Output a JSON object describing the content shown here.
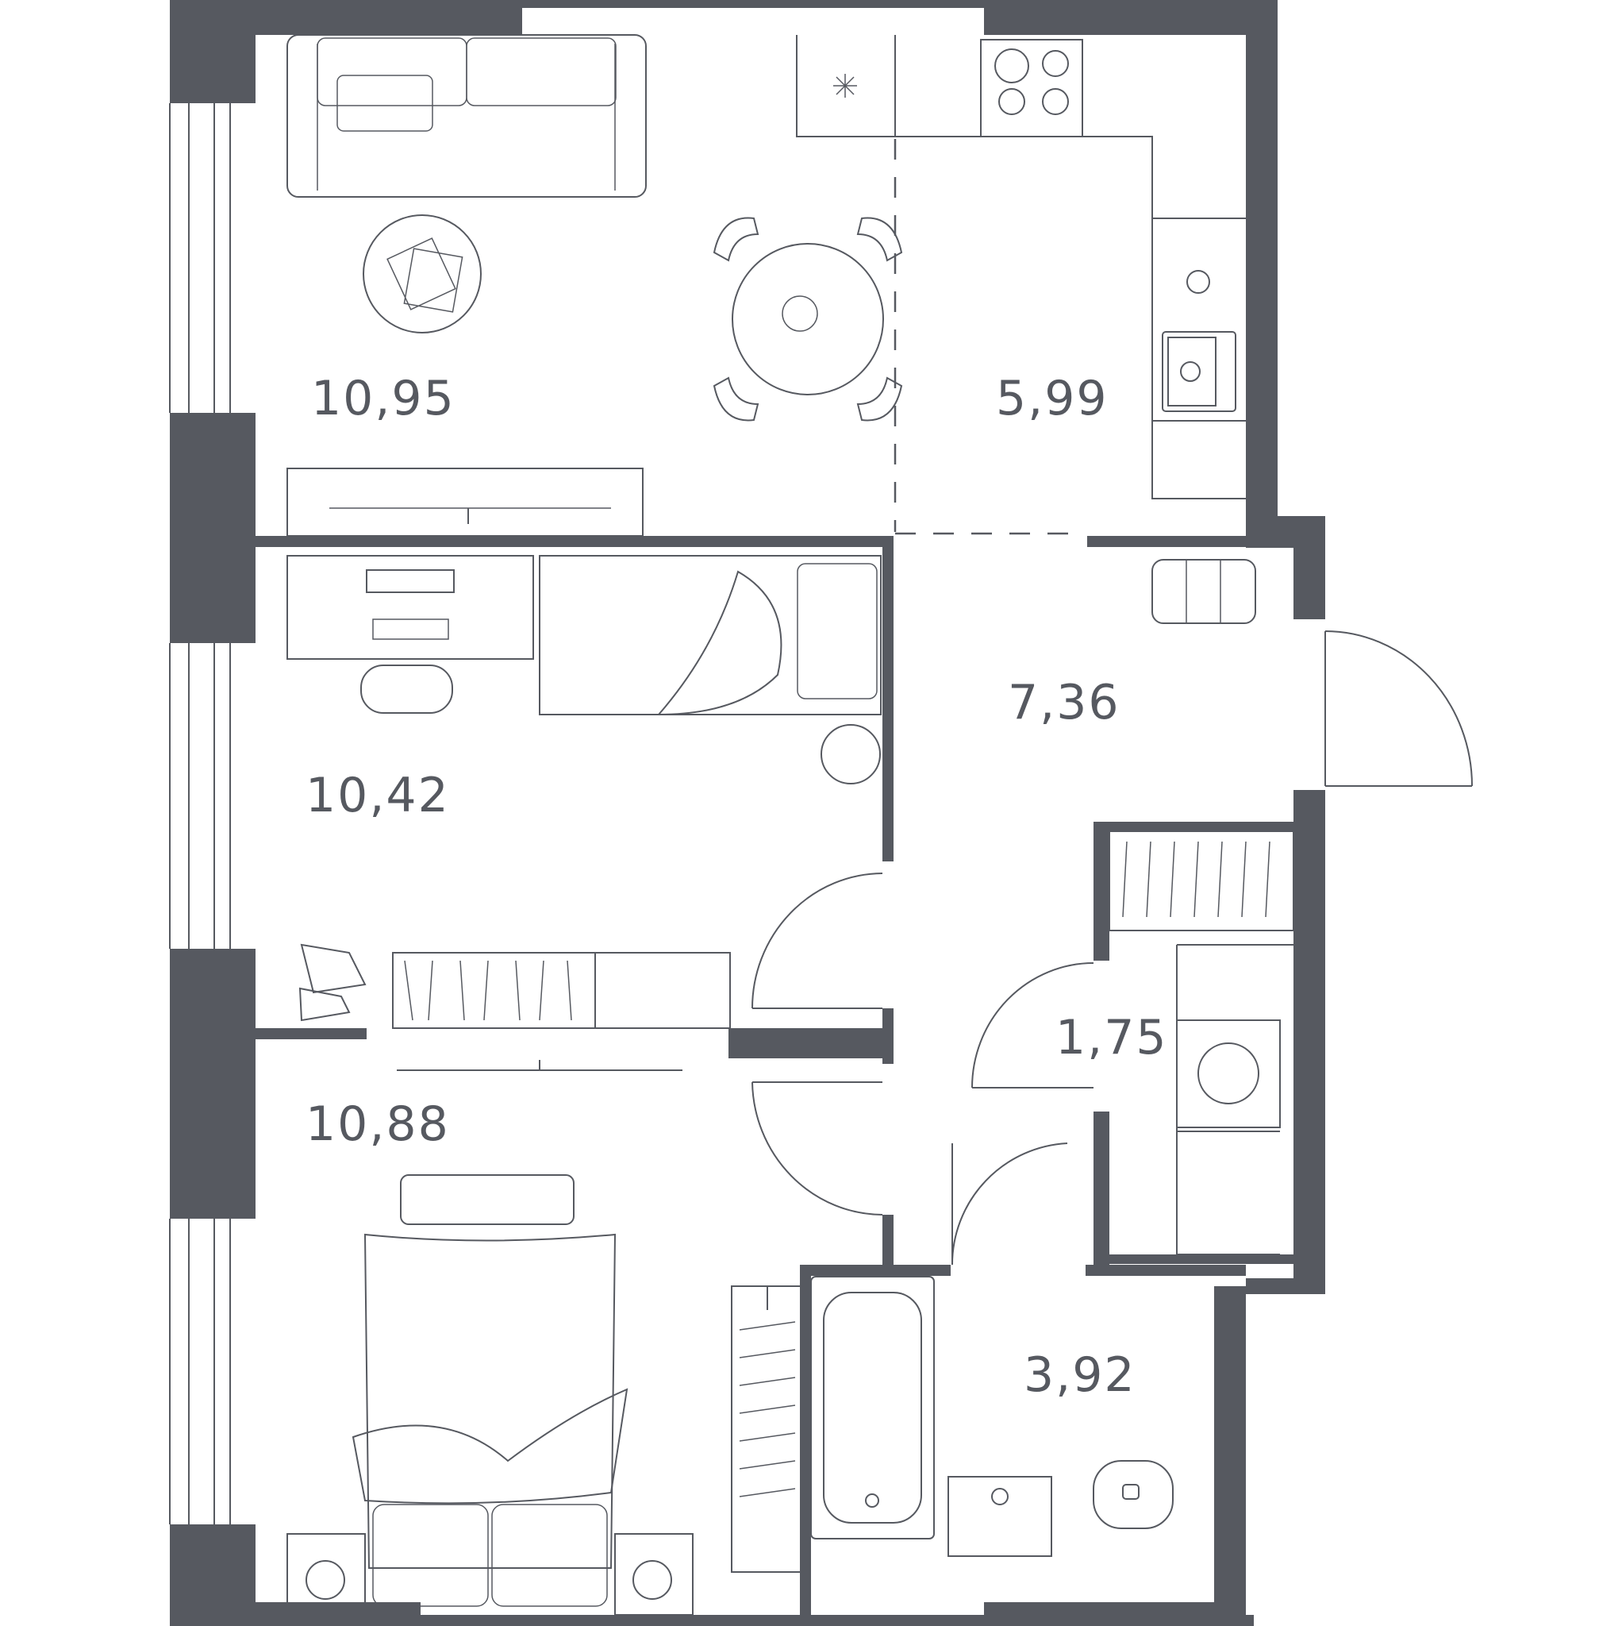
{
  "rooms": [
    {
      "id": "living",
      "area": "10,95"
    },
    {
      "id": "kitchen",
      "area": "5,99"
    },
    {
      "id": "hall",
      "area": "7,36"
    },
    {
      "id": "bedroom-1",
      "area": "10,42"
    },
    {
      "id": "laundry",
      "area": "1,75"
    },
    {
      "id": "bedroom-2",
      "area": "10,88"
    },
    {
      "id": "bathroom",
      "area": "3,92"
    }
  ],
  "colors": {
    "wall": "#565960",
    "background": "#ffffff"
  }
}
